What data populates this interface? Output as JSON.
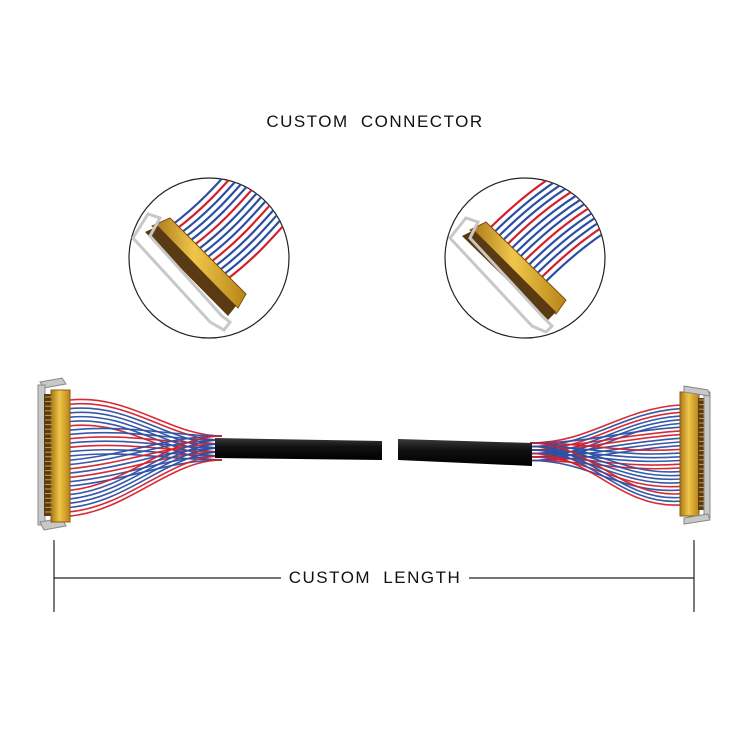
{
  "heading": "CUSTOM CONNECTOR",
  "length_label": "CUSTOM LENGTH",
  "colors": {
    "wire_blue": "#2c4fa3",
    "wire_red": "#d4202a",
    "connector_gold": "#d9a521",
    "connector_dark": "#5a3a12",
    "sleeve_black": "#151515",
    "clip_silver": "#c8c8c8",
    "dimension_line": "#222222"
  },
  "icons": [
    "connector-closeup-left",
    "connector-closeup-right",
    "cable-assembly"
  ]
}
